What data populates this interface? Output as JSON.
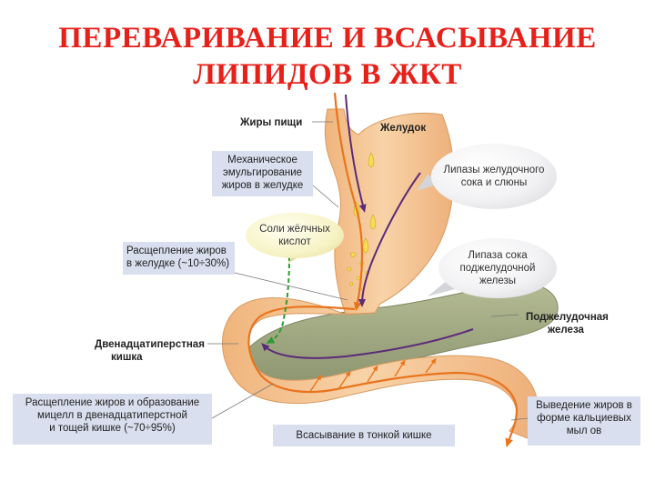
{
  "title": {
    "line1": "ПЕРЕВАРИВАНИЕ И ВСАСЫВАНИЕ",
    "line2": "ЛИПИДОВ В ЖКТ"
  },
  "labels": {
    "food_fats": "Жиры пищи",
    "stomach": "Желудок",
    "pancreas_line1": "Поджелудочная",
    "pancreas_line2": "железа",
    "duodenum_line1": "Двенадцатиперстная",
    "duodenum_line2": "кишка"
  },
  "boxes": {
    "mechanical": [
      "Механическое",
      "эмульгирование",
      "жиров в желудке"
    ],
    "stomach_split": [
      "Расщепление жиров",
      "в желудке (~10÷30%)"
    ],
    "micelles": [
      "Расщепление жиров и образование",
      "мицелл в двенадцатиперстной",
      "и тощей кишке (~70÷95%)"
    ],
    "absorption": [
      "Всасывание в тонкой кишке"
    ],
    "excretion": [
      "Выведение жиров в",
      "форме кальциевых",
      "мыл ов"
    ]
  },
  "bubbles": {
    "gastric_lipase": [
      "Липазы желудочного",
      "сока и слюны"
    ],
    "bile_salts": [
      "Соли жёлчных",
      "кислот"
    ],
    "pancreatic_lipase": [
      "Липаза сока",
      "поджелудочной",
      "железы"
    ]
  },
  "colors": {
    "title": "#e8201a",
    "box_fill": "#d9dfee",
    "organ": "#f4c493",
    "pancreas": "#a5ad86",
    "orange_path": "#e8741e",
    "purple_path": "#5b2a7a",
    "bile_path": "#2e9a2e"
  }
}
